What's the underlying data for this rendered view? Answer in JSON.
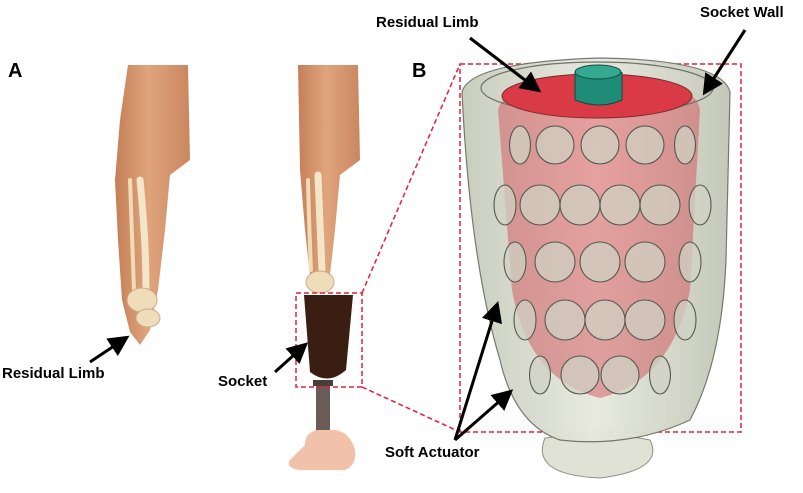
{
  "panels": {
    "a": "A",
    "b": "B"
  },
  "labels": {
    "residual_limb_left": "Residual Limb",
    "socket": "Socket",
    "residual_limb_top": "Residual Limb",
    "socket_wall": "Socket Wall",
    "soft_actuator": "Soft Actuator"
  },
  "colors": {
    "skin": "#d9956c",
    "skin_shadow": "#c47f57",
    "bone": "#f3e6c8",
    "socket": "#3b1e12",
    "pylon": "#6b5b57",
    "foot": "#f1c1a9",
    "zoom_box": "#e0203a",
    "socket_shell": "#d9dccd",
    "limb_red": "#d93a45",
    "actuator": "#c9cabd",
    "connector": "#1f8c78"
  }
}
